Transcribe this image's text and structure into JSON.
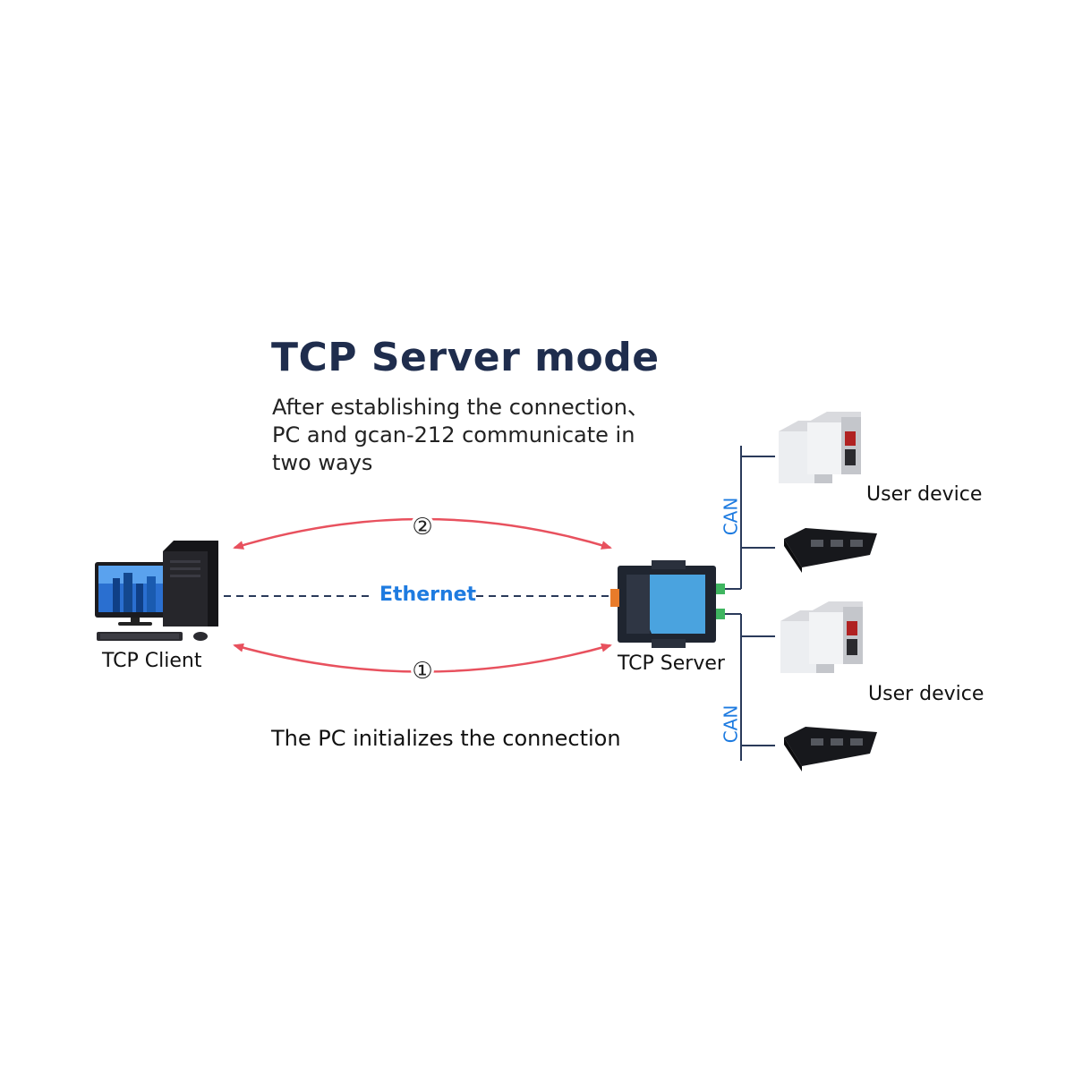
{
  "title": "TCP Server mode",
  "subtitle_lines": [
    "After establishing the connection、",
    "PC and gcan-212 communicate in",
    "two ways"
  ],
  "note": "The PC initializes the connection",
  "link_label": "Ethernet",
  "nodes": {
    "client_label": "TCP Client",
    "server_label": "TCP Server"
  },
  "bus": {
    "top_label": "CAN",
    "bottom_label": "CAN"
  },
  "devices": {
    "group1_label": "User device",
    "group2_label": "User device"
  },
  "arrows": {
    "top_number": "②",
    "bottom_number": "①"
  },
  "colors": {
    "title": "#1f2d4d",
    "ethernet": "#1e7be0",
    "arrow": "#e8515e",
    "bus_line": "#2a3a5a"
  }
}
